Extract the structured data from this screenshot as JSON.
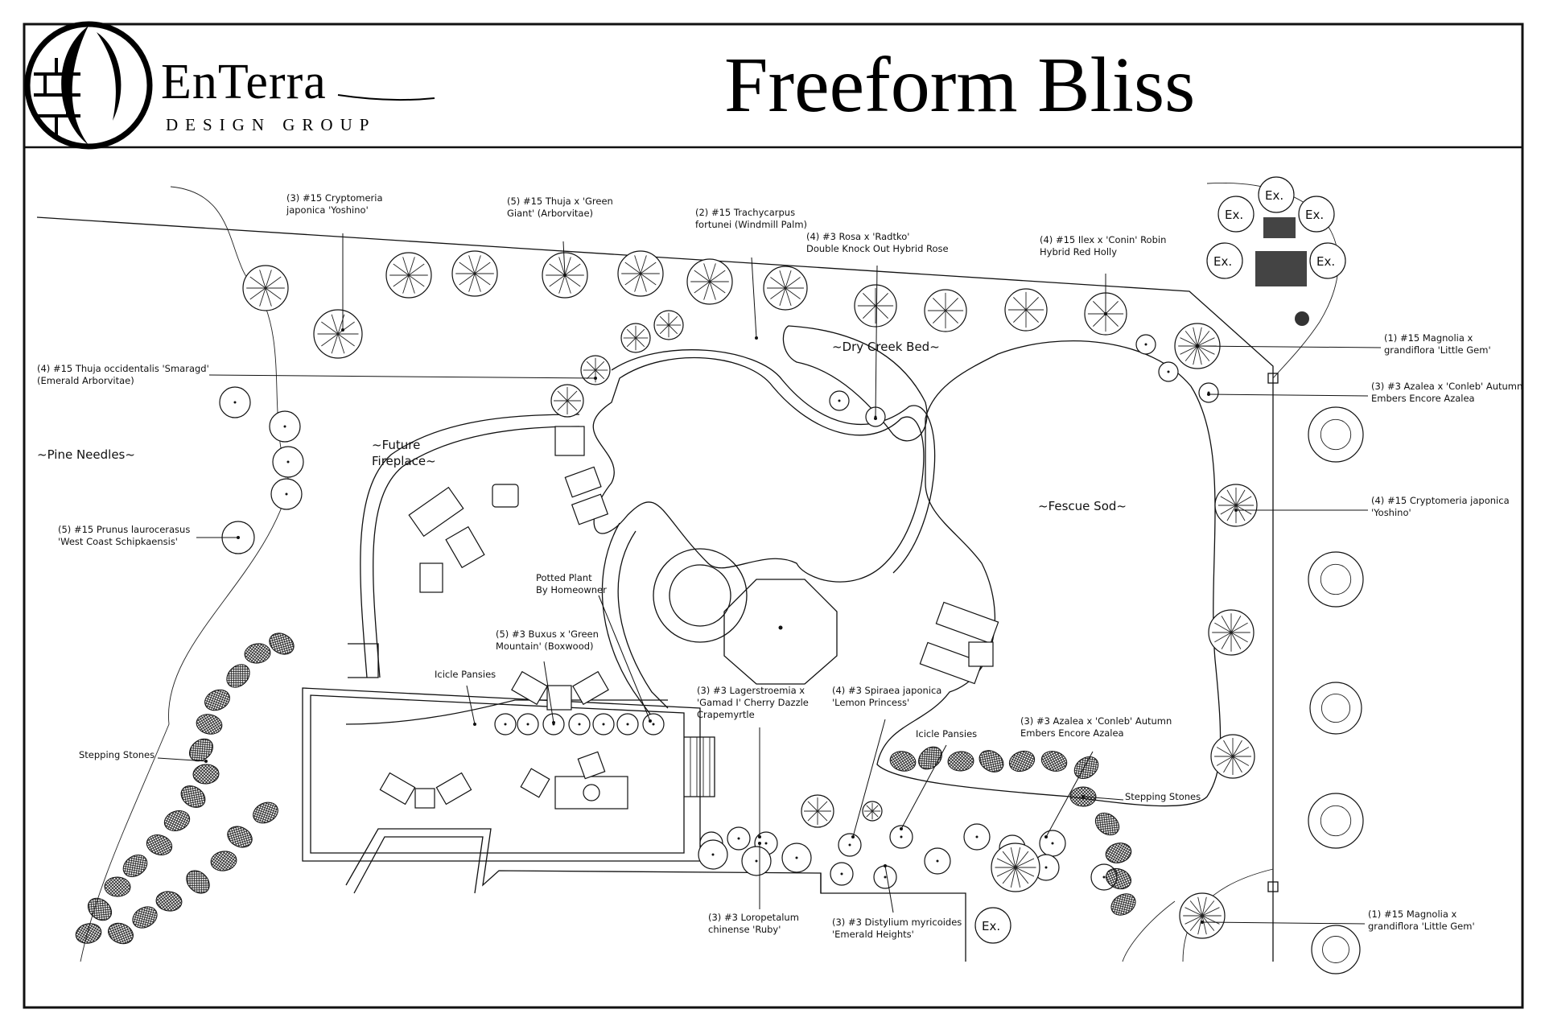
{
  "header": {
    "brand_name": "EnTerra",
    "brand_sub": "DESIGN GROUP",
    "title": "Freeform Bliss"
  },
  "labels": [
    {
      "id": "cryptomeria-top",
      "lines": [
        "(3) #15 Cryptomeria",
        "japonica 'Yoshino'"
      ]
    },
    {
      "id": "thuja-green-giant",
      "lines": [
        "(5) #15 Thuja x 'Green",
        "Giant' (Arborvitae)"
      ]
    },
    {
      "id": "trachycarpus",
      "lines": [
        "(2) #15 Trachycarpus",
        "fortunei (Windmill Palm)"
      ]
    },
    {
      "id": "rosa-radtko",
      "lines": [
        "(4) #3 Rosa x 'Radtko'",
        "Double Knock Out Hybrid Rose"
      ]
    },
    {
      "id": "ilex-conin",
      "lines": [
        "(4) #15 Ilex x 'Conin' Robin",
        "Hybrid Red Holly"
      ]
    },
    {
      "id": "thuja-smaragd",
      "lines": [
        "(4) #15 Thuja occidentalis 'Smaragd'",
        "(Emerald Arborvitae)"
      ]
    },
    {
      "id": "pine-needles",
      "lines": [
        "~Pine Needles~"
      ]
    },
    {
      "id": "future-fireplace",
      "lines": [
        "~Future",
        "Fireplace~"
      ]
    },
    {
      "id": "dry-creek-bed",
      "lines": [
        "~Dry Creek Bed~"
      ]
    },
    {
      "id": "fescue-sod",
      "lines": [
        "~Fescue Sod~"
      ]
    },
    {
      "id": "prunus",
      "lines": [
        "(5) #15 Prunus laurocerasus",
        "'West Coast Schipkaensis'"
      ]
    },
    {
      "id": "potted-plant",
      "lines": [
        "Potted Plant",
        "By Homeowner"
      ]
    },
    {
      "id": "buxus",
      "lines": [
        "(5) #3 Buxus x 'Green",
        "Mountain' (Boxwood)"
      ]
    },
    {
      "id": "icicle-pansies-left",
      "lines": [
        "Icicle Pansies"
      ]
    },
    {
      "id": "stepping-stones-left",
      "lines": [
        "Stepping Stones"
      ]
    },
    {
      "id": "lagerstroemia",
      "lines": [
        "(3) #3 Lagerstroemia x",
        "'Gamad I' Cherry Dazzle",
        "Crapemyrtle"
      ]
    },
    {
      "id": "spiraea",
      "lines": [
        "(4) #3 Spiraea japonica",
        "'Lemon Princess'"
      ]
    },
    {
      "id": "icicle-pansies-right",
      "lines": [
        "Icicle Pansies"
      ]
    },
    {
      "id": "azalea-bottom",
      "lines": [
        "(3) #3 Azalea x 'Conleb' Autumn",
        "Embers Encore Azalea"
      ]
    },
    {
      "id": "stepping-stones-right",
      "lines": [
        "Stepping Stones"
      ]
    },
    {
      "id": "loropetalum",
      "lines": [
        "(3) #3 Loropetalum",
        "chinense 'Ruby'"
      ]
    },
    {
      "id": "distylium",
      "lines": [
        "(3) #3 Distylium myricoides",
        "'Emerald Heights'"
      ]
    },
    {
      "id": "magnolia-top",
      "lines": [
        "(1) #15 Magnolia x",
        "grandiflora 'Little Gem'"
      ]
    },
    {
      "id": "azalea-right",
      "lines": [
        "(3) #3 Azalea x 'Conleb' Autumn",
        "Embers Encore Azalea"
      ]
    },
    {
      "id": "cryptomeria-right",
      "lines": [
        "(4) #15 Cryptomeria japonica",
        "'Yoshino'"
      ]
    },
    {
      "id": "magnolia-bottom",
      "lines": [
        "(1) #15 Magnolia x",
        "grandiflora 'Little Gem'"
      ]
    }
  ],
  "existing_marker": "Ex."
}
